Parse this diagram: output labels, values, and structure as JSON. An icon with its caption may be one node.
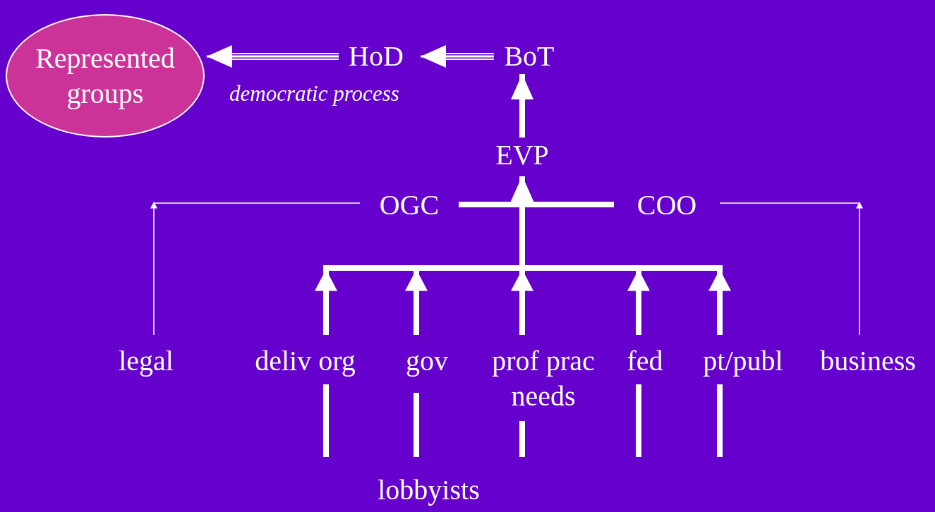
{
  "diagram": {
    "nodes": [
      {
        "text": [
          "Represented groups"
        ]
      },
      {
        "text": [
          "HoD"
        ]
      },
      {
        "text": [
          "BoT"
        ]
      },
      {
        "text": [
          "EVP"
        ]
      },
      {
        "text": [
          "OGC"
        ]
      },
      {
        "text": [
          "COO"
        ]
      },
      {
        "text": [
          "legal"
        ]
      },
      {
        "text": [
          "deliv org"
        ]
      },
      {
        "text": [
          "gov"
        ]
      },
      {
        "text": [
          "prof prac needs"
        ]
      },
      {
        "text": [
          "fed"
        ]
      },
      {
        "text": [
          "pt/publ"
        ]
      },
      {
        "text": [
          "business"
        ]
      },
      {
        "text": [
          "lobbyists"
        ]
      }
    ],
    "edges": [
      {
        "from": 1,
        "to": 0,
        "arrow": "to"
      },
      {
        "from": 2,
        "to": 1,
        "arrow": "to"
      },
      {
        "from": 3,
        "to": 2,
        "arrow": "to"
      },
      {
        "from": 7,
        "to": 3,
        "arrow": "to"
      },
      {
        "from": 8,
        "to": 3,
        "arrow": "to"
      },
      {
        "from": 9,
        "to": 3,
        "arrow": "to"
      },
      {
        "from": 10,
        "to": 3,
        "arrow": "to"
      },
      {
        "from": 11,
        "to": 3,
        "arrow": "to"
      },
      {
        "from": 4,
        "to": 5,
        "arrow": "none"
      },
      {
        "from": 6,
        "to": 4,
        "arrow": "to"
      },
      {
        "from": 12,
        "to": 5,
        "arrow": "to"
      },
      {
        "from": null,
        "to": 7,
        "arrow": "none"
      },
      {
        "from": null,
        "to": 8,
        "arrow": "none"
      },
      {
        "from": null,
        "to": 9,
        "arrow": "none"
      },
      {
        "from": null,
        "to": 10,
        "arrow": "none"
      },
      {
        "from": null,
        "to": 11,
        "arrow": "none"
      }
    ],
    "labels": [
      "democratic process"
    ]
  }
}
